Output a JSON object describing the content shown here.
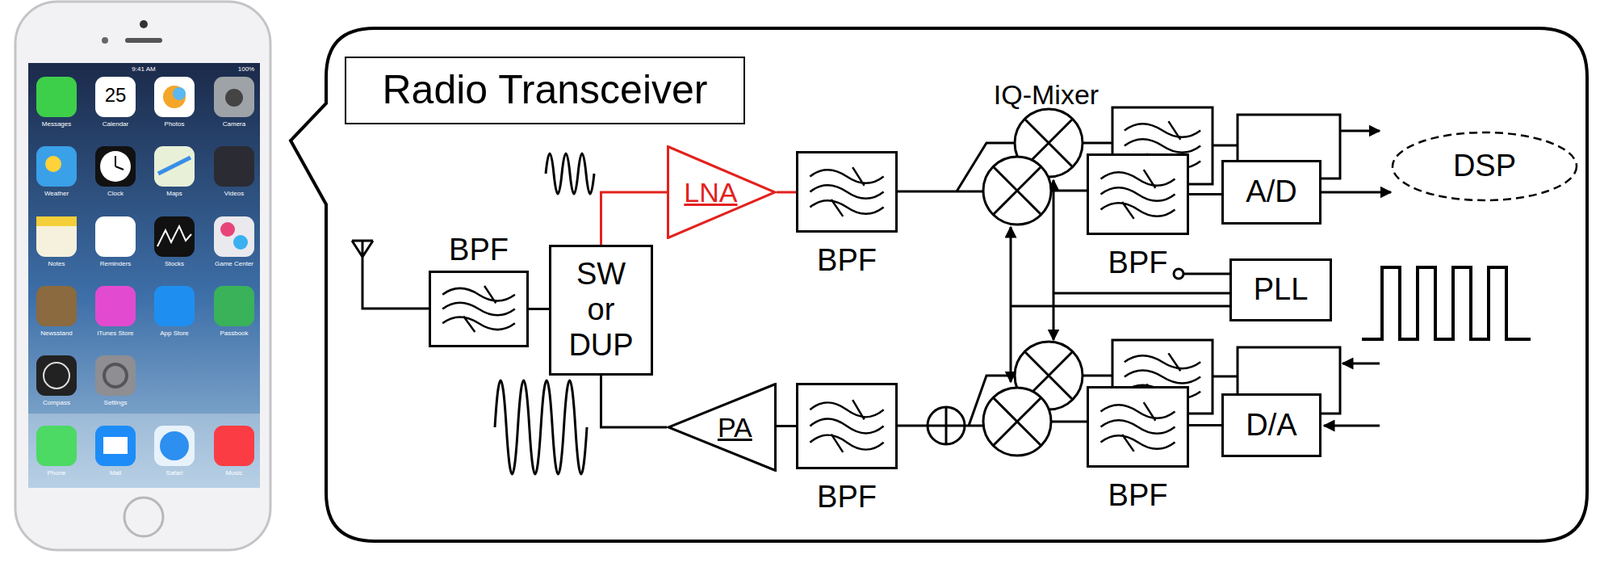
{
  "diagram": {
    "nodes": [
      {
        "text": [
          "Radio Transceiver"
        ]
      },
      {
        "text": [
          "BPF"
        ]
      },
      {
        "text": [
          "SW or DUP"
        ]
      },
      {
        "text": [
          "LNA"
        ]
      },
      {
        "text": [
          "BPF"
        ]
      },
      {
        "text": [
          "BPF"
        ]
      },
      {
        "text": [
          "A/D"
        ]
      },
      {
        "text": [
          "DSP"
        ]
      },
      {
        "text": [
          "PLL"
        ]
      },
      {
        "text": [
          "PA"
        ]
      },
      {
        "text": [
          "BPF"
        ]
      },
      {
        "text": [
          "BPF"
        ]
      },
      {
        "text": [
          "D/A"
        ]
      }
    ],
    "edges": [
      {
        "from": 1,
        "to": 2,
        "arrow": "none"
      },
      {
        "from": 2,
        "to": 3,
        "arrow": "none"
      },
      {
        "from": 3,
        "to": 4,
        "arrow": "none"
      },
      {
        "from": 5,
        "to": 6,
        "arrow": "none"
      },
      {
        "from": 6,
        "to": 7,
        "arrow": "to"
      },
      {
        "from": 10,
        "to": 9,
        "arrow": "none"
      },
      {
        "from": 9,
        "to": 2,
        "arrow": "none"
      },
      {
        "from": 12,
        "to": 11,
        "arrow": "none"
      }
    ],
    "labels": [
      "IQ-Mixer",
      "9:41 AM",
      "100%",
      "25",
      "Messages",
      "Calendar",
      "Photos",
      "Camera",
      "Weather",
      "Clock",
      "Maps",
      "Videos",
      "Notes",
      "Reminders",
      "Stocks",
      "Game Center",
      "Newsstand",
      "iTunes Store",
      "App Store",
      "Passbook",
      "Compass",
      "Settings",
      "Phone",
      "Mail",
      "Safari",
      "Music"
    ]
  }
}
